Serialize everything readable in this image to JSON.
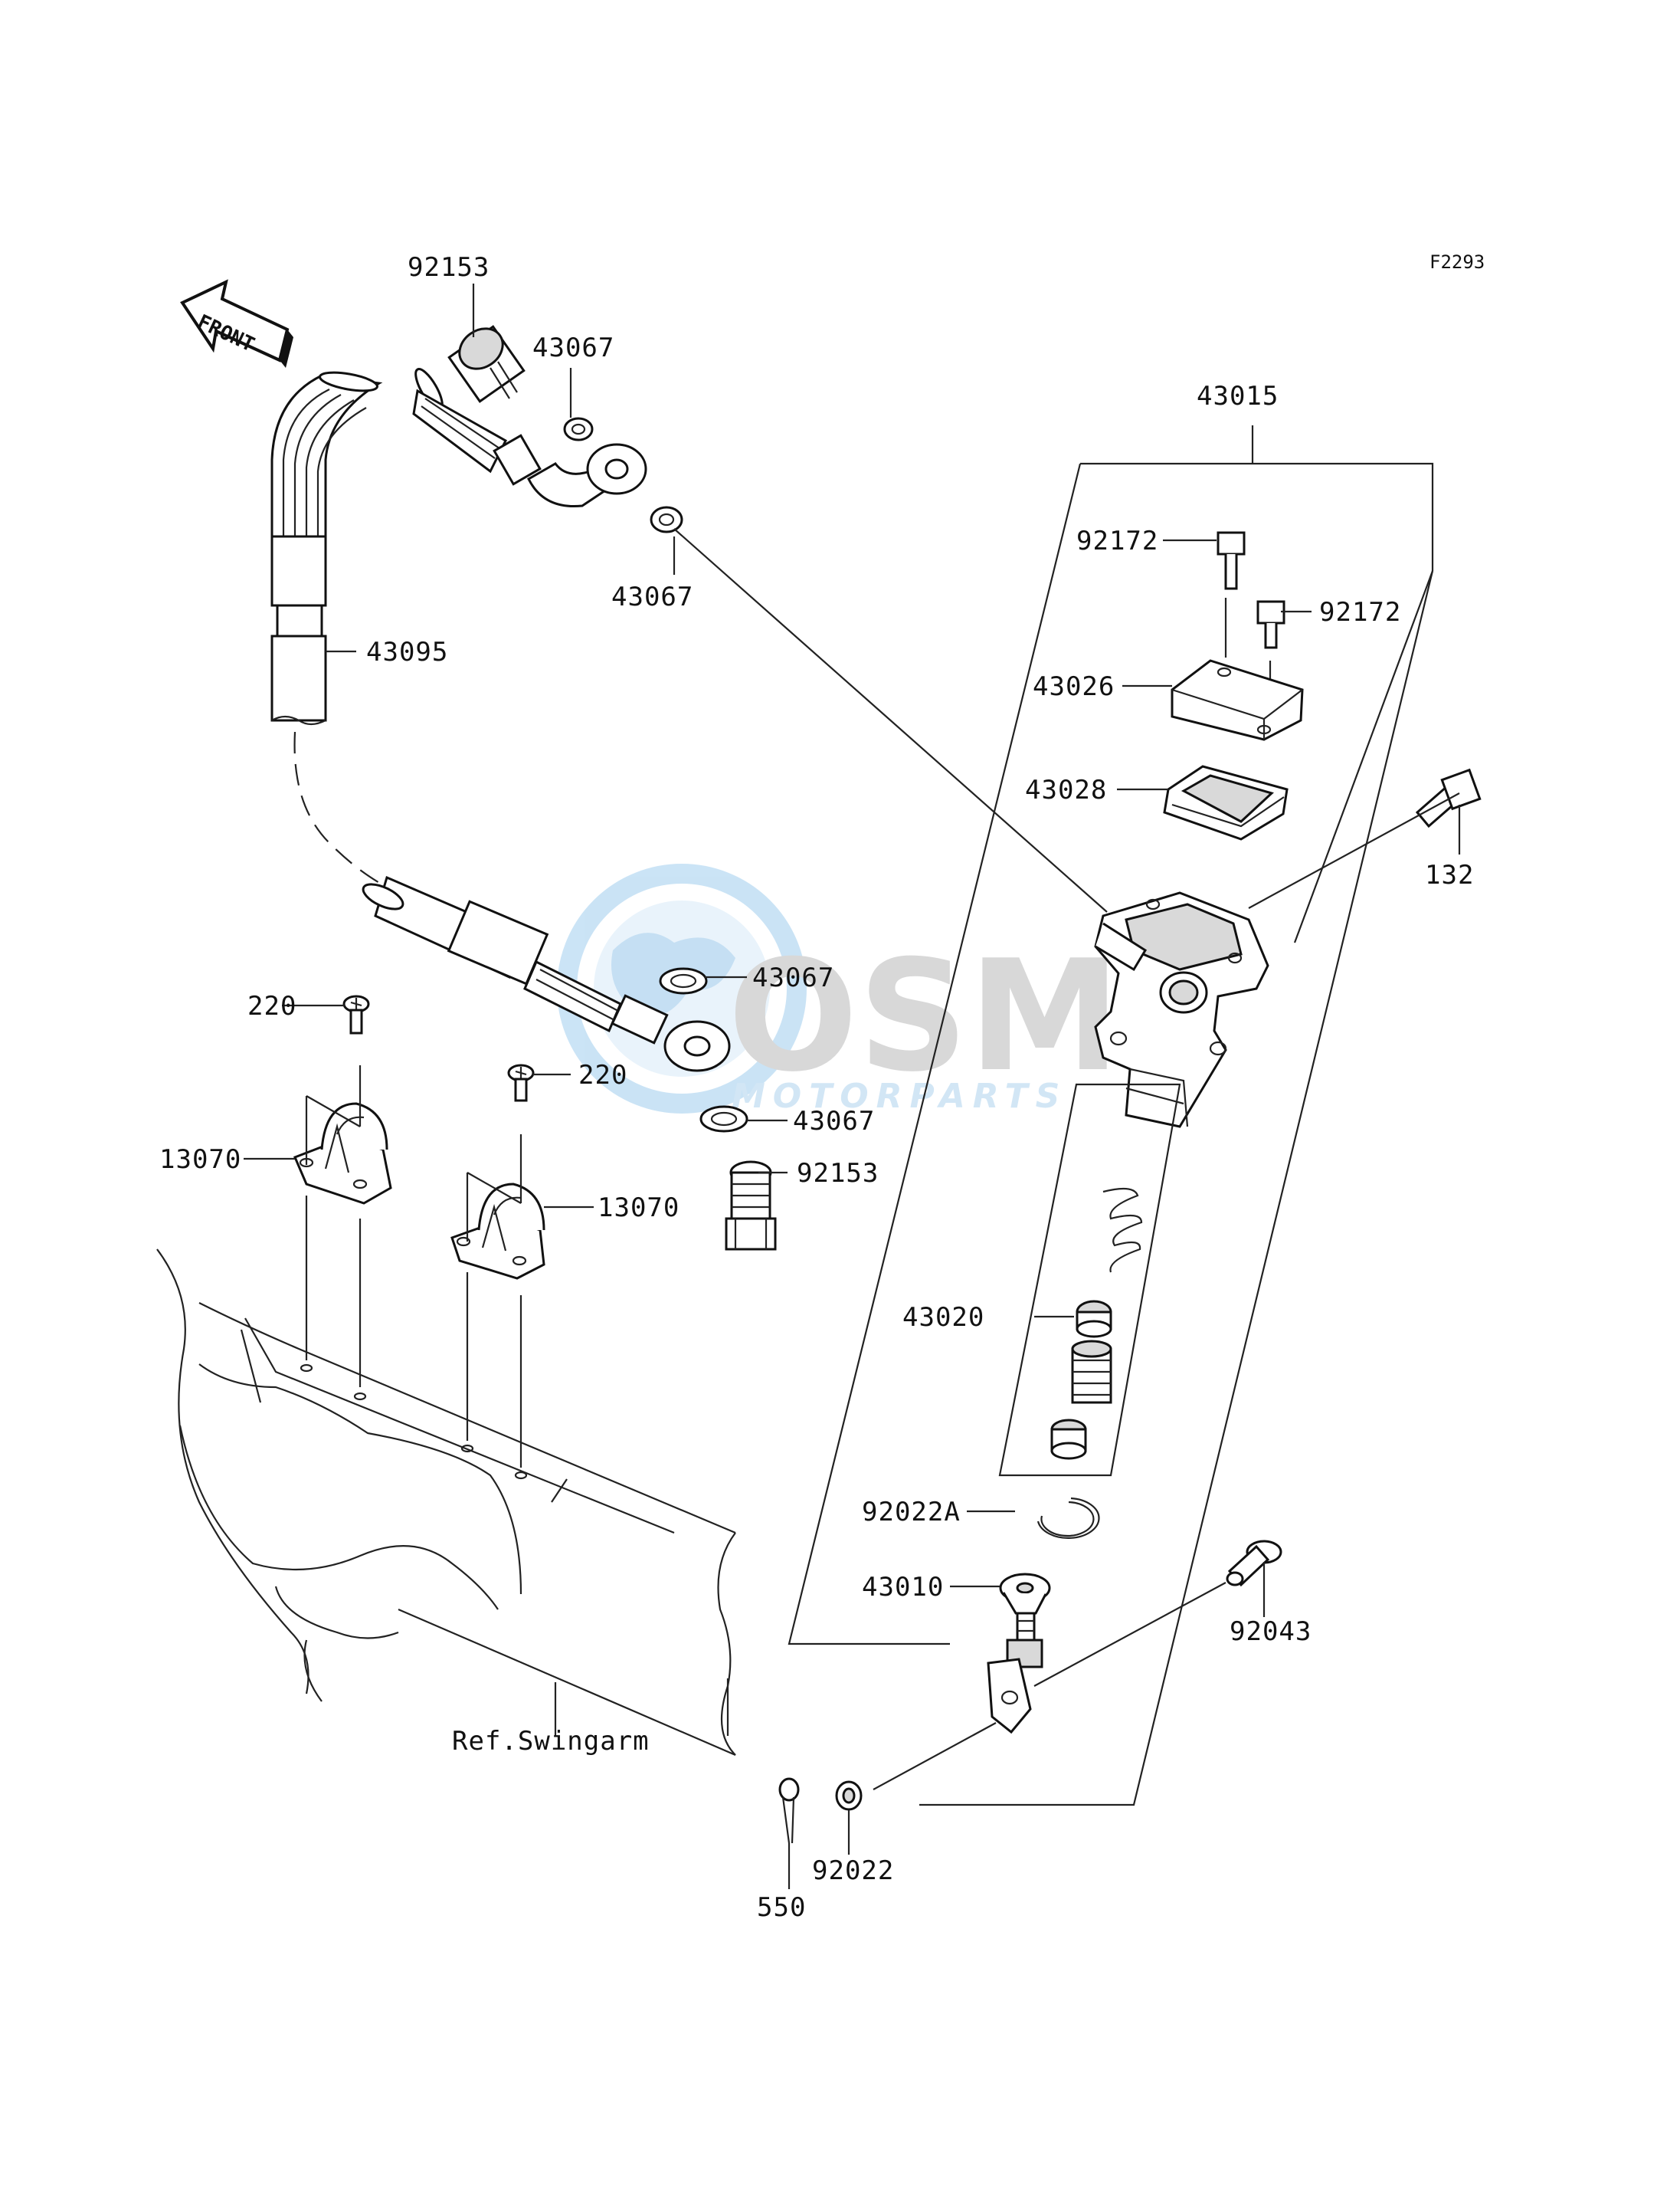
{
  "figure_code": "F2293",
  "front_arrow_text": "FRONT",
  "watermark": {
    "brand": "OSM",
    "sub": "MOTORPARTS"
  },
  "callouts": {
    "c92153_top": "92153",
    "c43067_a": "43067",
    "c43067_b": "43067",
    "c43095": "43095",
    "c43015": "43015",
    "c92172_a": "92172",
    "c92172_b": "92172",
    "c43026": "43026",
    "c43028": "43028",
    "c132": "132",
    "c43067_c": "43067",
    "c43067_d": "43067",
    "c220_a": "220",
    "c220_b": "220",
    "c13070_a": "13070",
    "c13070_b": "13070",
    "c92153_b": "92153",
    "c43020": "43020",
    "c92022A": "92022A",
    "c43010": "43010",
    "c92043": "92043",
    "c92022": "92022",
    "c550": "550",
    "ref_swingarm": "Ref.Swingarm"
  },
  "colors": {
    "line": "#222222",
    "watermark_blue": "#7fb9e6",
    "watermark_grey": "#b5b5b5"
  }
}
